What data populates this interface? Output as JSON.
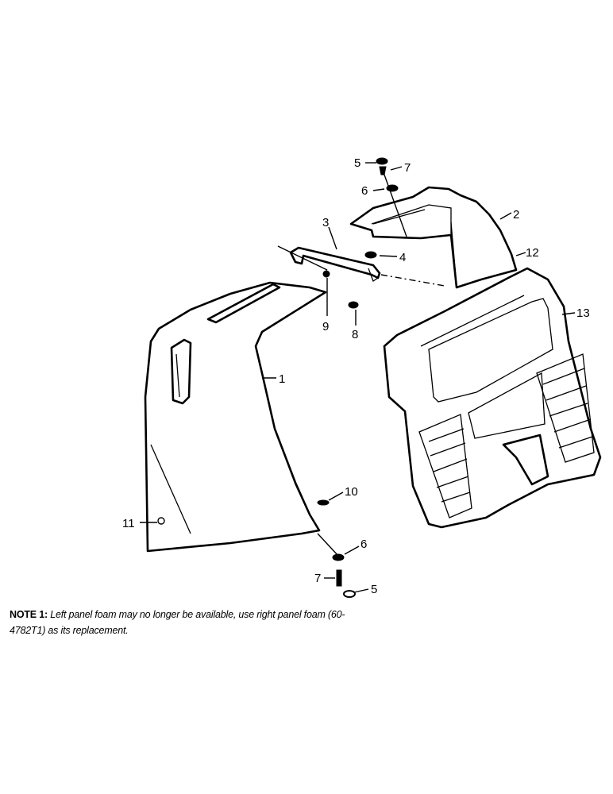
{
  "callouts": {
    "c1": "1",
    "c2": "2",
    "c3": "3",
    "c4": "4",
    "c5_top": "5",
    "c6_top": "6",
    "c7_top": "7",
    "c8": "8",
    "c9": "9",
    "c10": "10",
    "c11": "11",
    "c12": "12",
    "c13": "13",
    "c6_bottom": "6",
    "c7_bottom": "7",
    "c5_bottom": "5"
  },
  "note": {
    "label": "NOTE 1:",
    "text": "Left panel foam may no longer be available, use right panel foam (60-4782T1) as its replacement."
  }
}
